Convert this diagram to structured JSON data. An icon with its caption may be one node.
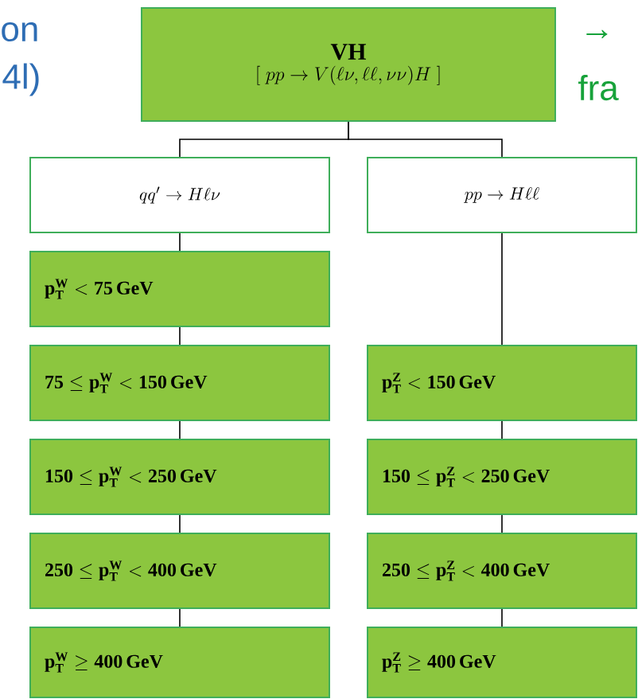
{
  "diagram": {
    "nodes": [
      {
        "text": [
          "VH",
          "[\\ pp \\to V(\\ell\\nu, \\ell\\ell, \\nu\\nu)H\\ ]"
        ]
      },
      {
        "text": [
          "qq' \\to H\\ell\\nu"
        ]
      },
      {
        "text": [
          "pp \\to H\\ell\\ell"
        ]
      },
      {
        "text": [
          "\\mathbf{p_T^W} < \\mathbf{75\\,GeV}"
        ]
      },
      {
        "text": [
          "\\mathbf{75} \\leq \\mathbf{p_T^W} < \\mathbf{150\\,GeV}"
        ]
      },
      {
        "text": [
          "\\mathbf{p_T^Z} < \\mathbf{150\\,GeV}"
        ]
      },
      {
        "text": [
          "\\mathbf{150} \\leq \\mathbf{p_T^W} < \\mathbf{250\\,GeV}"
        ]
      },
      {
        "text": [
          "\\mathbf{150} \\leq \\mathbf{p_T^Z} < \\mathbf{250\\,GeV}"
        ]
      },
      {
        "text": [
          "\\mathbf{250} \\leq \\mathbf{p_T^W} < \\mathbf{400\\,GeV}"
        ]
      },
      {
        "text": [
          "\\mathbf{250} \\leq \\mathbf{p_T^Z} < \\mathbf{400\\,GeV}"
        ]
      },
      {
        "text": [
          "\\mathbf{p_T^W} \\geq \\mathbf{400\\,GeV}"
        ]
      },
      {
        "text": [
          "\\mathbf{p_T^Z} \\geq \\mathbf{400\\,GeV}"
        ]
      }
    ],
    "edges": [
      {
        "from": 0,
        "to": 1,
        "arrow": "none"
      },
      {
        "from": 0,
        "to": 2,
        "arrow": "none"
      },
      {
        "from": 1,
        "to": 3,
        "arrow": "none"
      },
      {
        "from": 3,
        "to": 4,
        "arrow": "none"
      },
      {
        "from": 4,
        "to": 6,
        "arrow": "none"
      },
      {
        "from": 6,
        "to": 8,
        "arrow": "none"
      },
      {
        "from": 8,
        "to": 10,
        "arrow": "none"
      },
      {
        "from": 2,
        "to": 5,
        "arrow": "none"
      },
      {
        "from": 5,
        "to": 7,
        "arrow": "none"
      },
      {
        "from": 7,
        "to": 9,
        "arrow": "none"
      },
      {
        "from": 9,
        "to": 11,
        "arrow": "none"
      }
    ],
    "labels": [
      "on",
      "4l)",
      "→",
      "fra"
    ]
  }
}
